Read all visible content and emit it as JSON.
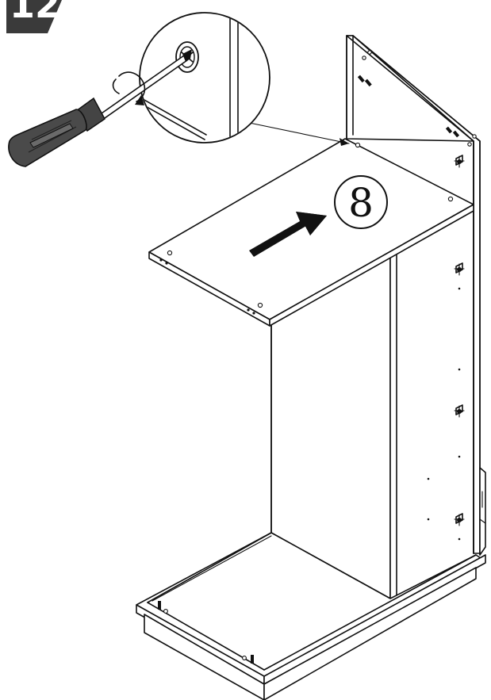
{
  "step": {
    "number": "12",
    "badge_color": "#3a3a3a"
  },
  "part_label": {
    "number": "8"
  },
  "arrow": {
    "direction": "push-in",
    "color": "#111111"
  },
  "tool": {
    "icon": "screwdriver-icon",
    "action": "rotate-clockwise"
  },
  "fastener": {
    "icon": "cam-lock-icon"
  },
  "colors": {
    "line": "#111111",
    "panel": "#ffffff"
  }
}
